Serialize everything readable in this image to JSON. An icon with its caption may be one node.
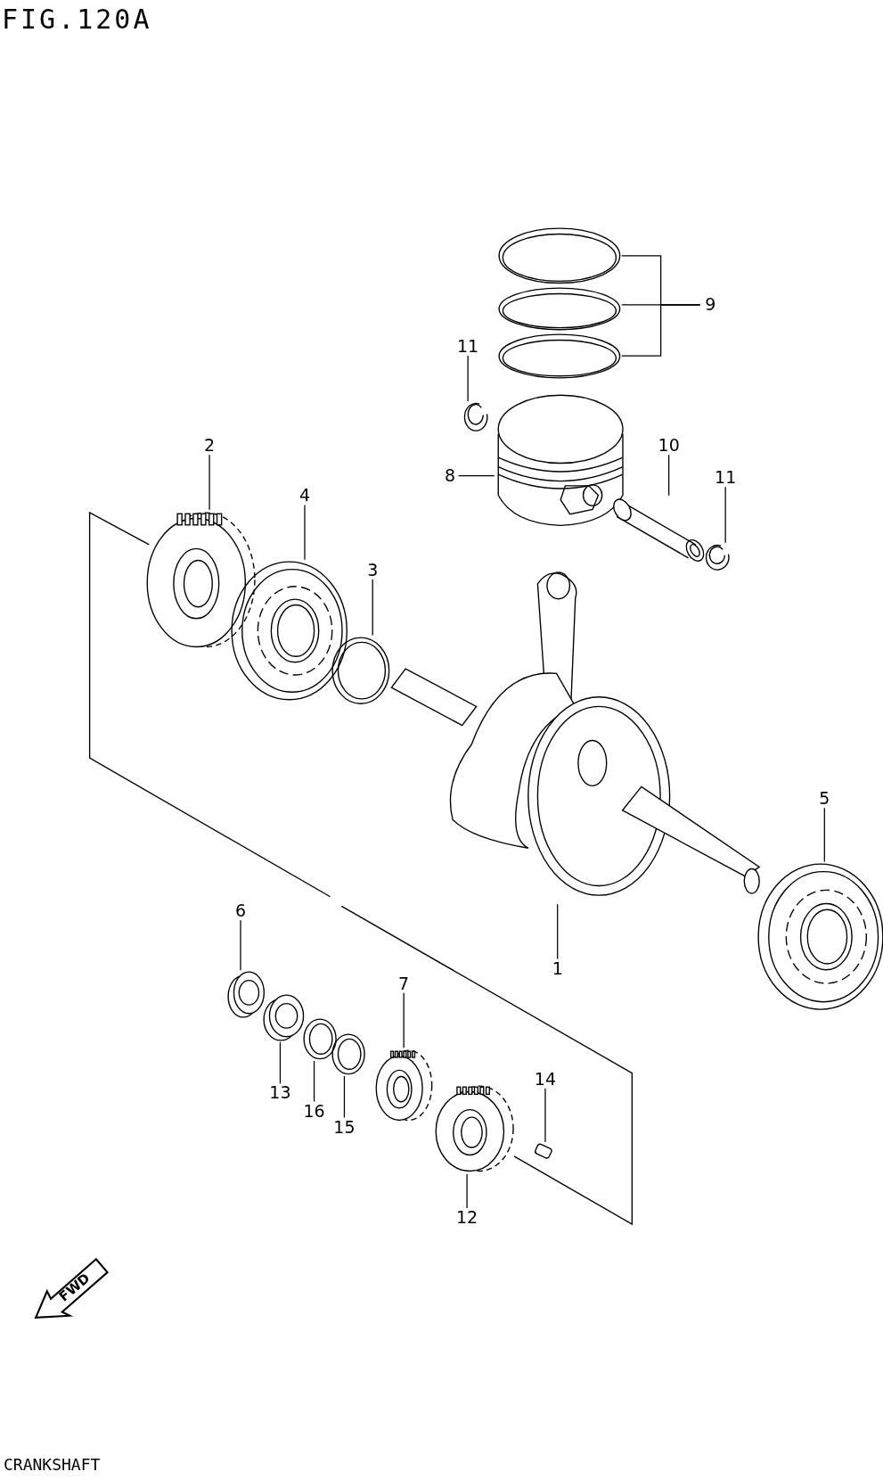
{
  "diagram": {
    "title": "FIG.120A",
    "caption": "CRANKSHAFT",
    "nodes": [
      {
        "text": [
          "9"
        ]
      },
      {
        "text": [],
        "shape": "picture"
      },
      {
        "text": [],
        "shape": "picture"
      },
      {
        "text": [],
        "shape": "picture"
      },
      {
        "text": [
          "11"
        ]
      },
      {
        "text": [],
        "shape": "picture"
      },
      {
        "text": [
          "2"
        ]
      },
      {
        "text": [],
        "shape": "picture"
      },
      {
        "text": [
          "8"
        ]
      },
      {
        "text": [],
        "shape": "picture"
      },
      {
        "text": [
          "10"
        ]
      },
      {
        "text": [],
        "shape": "picture"
      },
      {
        "text": [
          "4"
        ]
      },
      {
        "text": [],
        "shape": "picture"
      },
      {
        "text": [
          "11"
        ]
      },
      {
        "text": [],
        "shape": "picture"
      },
      {
        "text": [
          "3"
        ]
      },
      {
        "text": [],
        "shape": "picture"
      },
      {
        "text": [
          "5"
        ]
      },
      {
        "text": [],
        "shape": "picture"
      },
      {
        "text": [
          "6"
        ]
      },
      {
        "text": [],
        "shape": "picture"
      },
      {
        "text": [
          "1"
        ]
      },
      {
        "text": [],
        "shape": "picture"
      },
      {
        "text": [
          "7"
        ]
      },
      {
        "text": [],
        "shape": "picture"
      },
      {
        "text": [
          "14"
        ]
      },
      {
        "text": [],
        "shape": "box"
      },
      {
        "text": [
          "13"
        ]
      },
      {
        "text": [],
        "shape": "picture"
      },
      {
        "text": [
          "16"
        ]
      },
      {
        "text": [],
        "shape": "picture"
      },
      {
        "text": [
          "15"
        ]
      },
      {
        "text": [],
        "shape": "picture"
      },
      {
        "text": [
          "12"
        ]
      },
      {
        "text": [],
        "shape": "picture"
      }
    ],
    "edges": [
      {
        "from": 0,
        "to": 1,
        "arrow": "none"
      },
      {
        "from": 0,
        "to": 2,
        "arrow": "none"
      },
      {
        "from": 0,
        "to": 3,
        "arrow": "none"
      },
      {
        "from": 4,
        "to": 5,
        "arrow": "none"
      },
      {
        "from": 6,
        "to": 7,
        "arrow": "none"
      },
      {
        "from": 8,
        "to": 9,
        "arrow": "none"
      },
      {
        "from": 10,
        "to": 11,
        "arrow": "none"
      },
      {
        "from": 12,
        "to": 13,
        "arrow": "none"
      },
      {
        "from": 14,
        "to": 15,
        "arrow": "none"
      },
      {
        "from": 16,
        "to": 17,
        "arrow": "none"
      },
      {
        "from": 18,
        "to": 19,
        "arrow": "none"
      },
      {
        "from": 20,
        "to": 21,
        "arrow": "none"
      },
      {
        "from": 22,
        "to": 23,
        "arrow": "none"
      },
      {
        "from": 24,
        "to": 25,
        "arrow": "none"
      },
      {
        "from": 26,
        "to": 27,
        "arrow": "none"
      },
      {
        "from": 28,
        "to": 29,
        "arrow": "none"
      },
      {
        "from": 30,
        "to": 31,
        "arrow": "none"
      },
      {
        "from": 32,
        "to": 33,
        "arrow": "none"
      },
      {
        "from": 34,
        "to": 35,
        "arrow": "none"
      }
    ],
    "labels": [
      "FWD"
    ]
  }
}
